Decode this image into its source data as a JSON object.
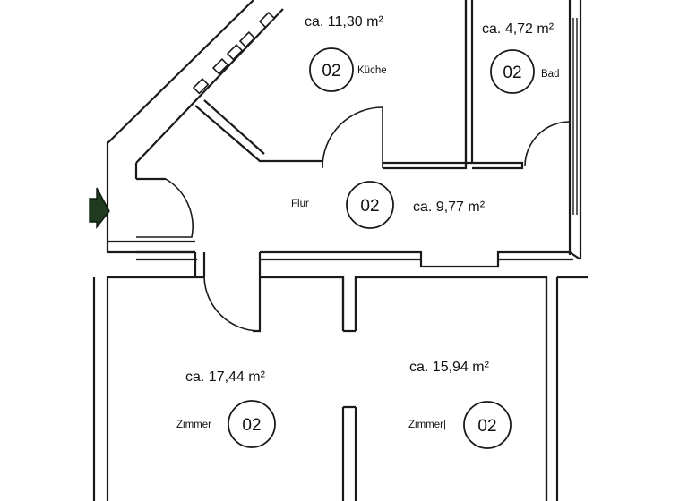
{
  "rooms": {
    "kitchen": {
      "area": "ca. 11,30 m²",
      "number": "02",
      "name": "Küche"
    },
    "bath": {
      "area": "ca. 4,72 m²",
      "number": "02",
      "name": "Bad"
    },
    "hall": {
      "area": "ca. 9,77 m²",
      "number": "02",
      "name": "Flur"
    },
    "room_left": {
      "area": "ca. 17,44 m²",
      "number": "02",
      "name": "Zimmer"
    },
    "room_right": {
      "area": "ca. 15,94 m²",
      "number": "02",
      "name": "Zimmer|"
    }
  },
  "entrance": {
    "icon": "entrance-arrow-icon",
    "color": "#1f3a1f"
  }
}
